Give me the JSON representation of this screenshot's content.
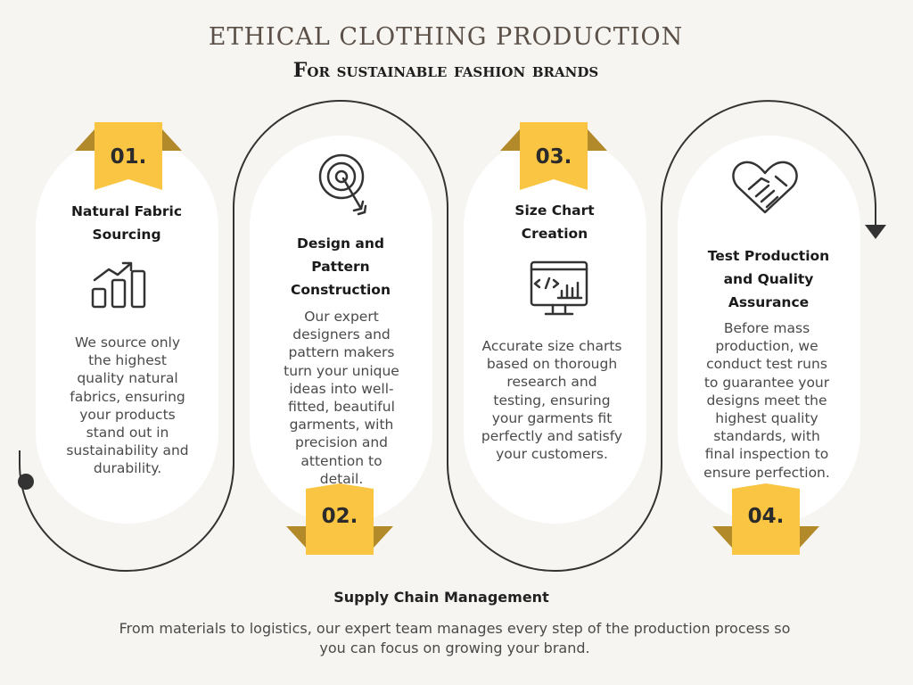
{
  "header": {
    "title": "ETHICAL CLOTHING PRODUCTION",
    "subtitle": "For sustainable fashion brands"
  },
  "steps": [
    {
      "number": "01.",
      "title_lines": [
        "Natural Fabric",
        "Sourcing"
      ],
      "desc_lines": [
        "We source only",
        "the highest",
        "quality natural",
        "fabrics, ensuring",
        "your products",
        "stand out in",
        "sustainability and",
        "durability."
      ],
      "icon": "growth-chart-icon"
    },
    {
      "number": "02.",
      "title_lines": [
        "Design and",
        "Pattern",
        "Construction"
      ],
      "desc_lines": [
        "Our expert",
        "designers and",
        "pattern makers",
        "turn your unique",
        "ideas into well-",
        "fitted, beautiful",
        "garments, with",
        "precision and",
        "attention to",
        "detail."
      ],
      "icon": "target-icon"
    },
    {
      "number": "03.",
      "title_lines": [
        "Size Chart",
        "Creation"
      ],
      "desc_lines": [
        "Accurate size charts",
        "based on thorough",
        "research and",
        "testing, ensuring",
        "your garments fit",
        "perfectly and satisfy",
        "your customers."
      ],
      "icon": "monitor-code-icon"
    },
    {
      "number": "04.",
      "title_lines": [
        "Test Production",
        "and Quality",
        "Assurance"
      ],
      "desc_lines": [
        "Before mass",
        "production, we",
        "conduct test runs",
        "to guarantee your",
        "designs meet the",
        "highest quality",
        "standards, with",
        "final inspection to",
        "ensure perfection."
      ],
      "icon": "handshake-heart-icon"
    }
  ],
  "footer": {
    "title": "Supply Chain Management",
    "text_lines": [
      "From materials to logistics, our expert team manages every step of the production process so",
      "you can focus on growing your brand."
    ]
  },
  "colors": {
    "background": "#f7f5f1",
    "badge": "#f9c542",
    "badge_shadow": "#b28a2a",
    "pill": "#ffffff",
    "line": "#333333"
  }
}
